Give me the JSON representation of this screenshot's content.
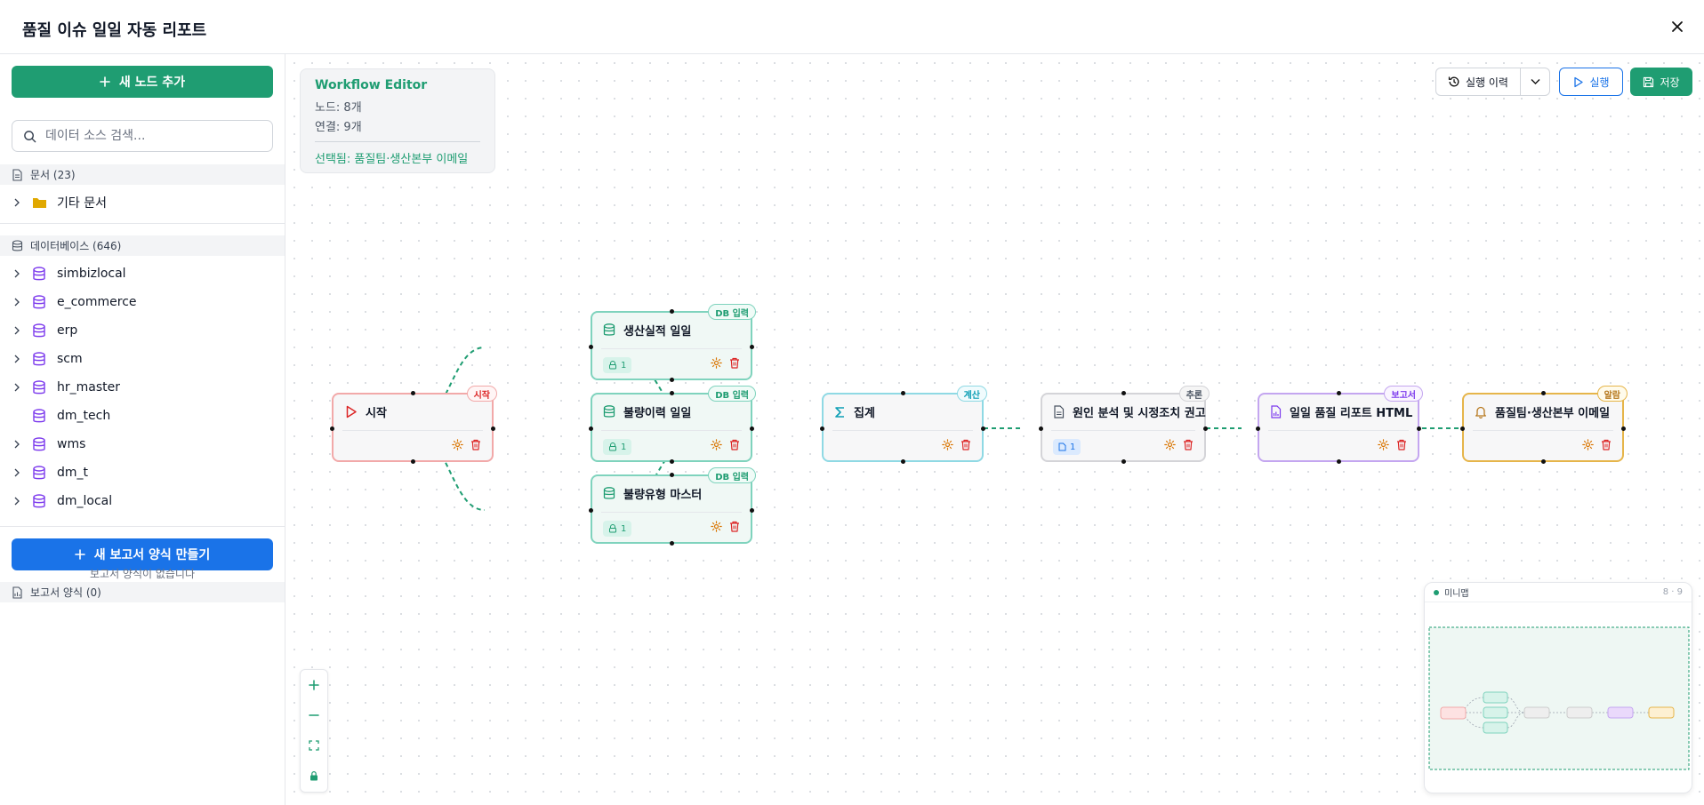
{
  "window": {
    "title": "품질 이슈 일일 자동 리포트"
  },
  "sidebar": {
    "add_node_label": "새 노드 추가",
    "search_placeholder": "데이터 소스 검색...",
    "documents_header": "문서 (23)",
    "document_folders": [
      "기타 문서"
    ],
    "databases_header": "데이터베이스 (646)",
    "databases": [
      "simbizlocal",
      "e_commerce",
      "erp",
      "scm",
      "hr_master",
      "dm_tech",
      "wms",
      "dm_t",
      "dm_local"
    ],
    "new_report_label": "새 보고서 양식 만들기",
    "reports_header": "보고서 양식 (0)",
    "reports_empty": "보고서 양식이 없습니다"
  },
  "info_panel": {
    "title": "Workflow Editor",
    "nodes": "노드: 8개",
    "edges": "연결: 9개",
    "selected": "선택됨: 품질팀·생산본부 이메일"
  },
  "toolbar": {
    "history_label": "실행 이력",
    "run_label": "실행",
    "save_label": "저장"
  },
  "nodes": [
    {
      "id": "start",
      "label": "시작",
      "badge": "시작",
      "icon": "play-icon",
      "chip": ""
    },
    {
      "id": "db1",
      "label": "생산실적 일일",
      "badge": "DB 입력",
      "icon": "database-icon",
      "chip": "1"
    },
    {
      "id": "db2",
      "label": "불량이력 일일",
      "badge": "DB 입력",
      "icon": "database-icon",
      "chip": "1"
    },
    {
      "id": "db3",
      "label": "불량유형 마스터",
      "badge": "DB 입력",
      "icon": "database-icon",
      "chip": "1"
    },
    {
      "id": "agg",
      "label": "집계",
      "badge": "계산",
      "icon": "sigma-icon",
      "chip": ""
    },
    {
      "id": "infer",
      "label": "원인 분석 및 시정조치 권고",
      "badge": "추론",
      "icon": "document-icon",
      "chip": "1"
    },
    {
      "id": "report",
      "label": "일일 품질 리포트 HTML",
      "badge": "보고서",
      "icon": "report-icon",
      "chip": ""
    },
    {
      "id": "email",
      "label": "품질팀·생산본부 이메일",
      "badge": "알람",
      "icon": "bell-icon",
      "chip": ""
    }
  ],
  "minimap": {
    "title": "미니맵",
    "count": "8 · 9"
  },
  "colors": {
    "accent_green": "#1f9d72",
    "accent_blue": "#1a73e8",
    "start": "#f2a9a9",
    "db": "#7fd3bd",
    "calc": "#8fd9e4",
    "infer": "#d4d4d8",
    "report": "#c4a6f0",
    "alarm": "#e6b54a"
  }
}
